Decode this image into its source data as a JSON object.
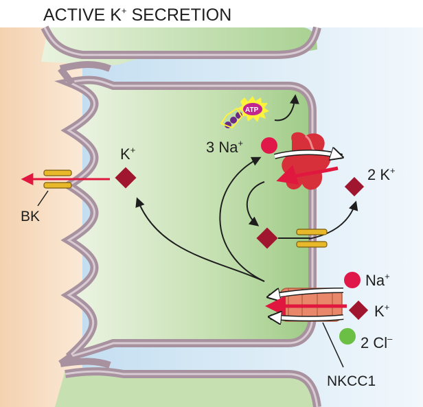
{
  "title": {
    "main": "ACTIVE K",
    "sup": "+",
    "rest": " SECRETION"
  },
  "labels": {
    "bk": "BK",
    "k_cell": "K",
    "k_cell_sup": "+",
    "na3": "3 Na",
    "na3_sup": "+",
    "k2": "2 K",
    "k2_sup": "+",
    "atp": "ATP",
    "na": "Na",
    "na_sup": "+",
    "k": "K",
    "k_sup": "+",
    "cl": "2 Cl",
    "cl_sup": "–",
    "nkcc1": "NKCC1"
  },
  "colors": {
    "lumen": "#f5d7b8",
    "cell": "#bfdcab",
    "interstitium": "#c7dff0",
    "membrane": "#a8929f",
    "na_ion": "#e0184a",
    "k_ion": "#a0162e",
    "cl_ion": "#6cbf45",
    "channel": "#e7b92a",
    "pump": "#d8303a",
    "cotransporter": "#e8876a",
    "atp": "#c0268e"
  }
}
